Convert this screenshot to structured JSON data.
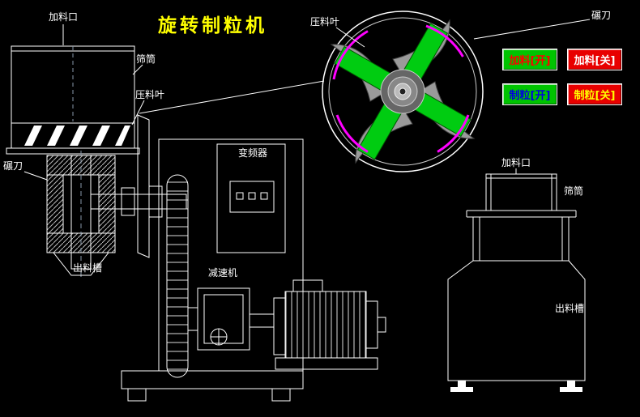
{
  "title": "旋转制粒机",
  "colors": {
    "background": "#000000",
    "line": "#ffffff",
    "title": "#ffff00",
    "blade_green": "#00cc11",
    "accent_magenta": "#ff00ff",
    "button_green": "#00c400",
    "button_red": "#e80000"
  },
  "left_machine": {
    "labels": {
      "feed_inlet": "加料口",
      "sieve_drum": "筛筒",
      "press_blade": "压料叶",
      "mill_knife": "碾刀",
      "discharge_chute": "出料槽",
      "inverter": "变频器",
      "reducer": "减速机"
    }
  },
  "detail_view": {
    "labels": {
      "press_blade": "压料叶",
      "mill_knife": "碾刀"
    }
  },
  "right_machine": {
    "labels": {
      "feed_inlet": "加料口",
      "sieve_drum": "筛筒",
      "discharge_chute": "出料槽"
    }
  },
  "controls": {
    "buttons": [
      {
        "id": "feed-on",
        "label": "加料[开]",
        "bg": "#00c400",
        "fg": "#ff0000"
      },
      {
        "id": "feed-off",
        "label": "加料[关]",
        "bg": "#e80000",
        "fg": "#ffffff"
      },
      {
        "id": "granulate-on",
        "label": "制粒[开]",
        "bg": "#00c400",
        "fg": "#0000e0"
      },
      {
        "id": "granulate-off",
        "label": "制粒[关]",
        "bg": "#e80000",
        "fg": "#ffff00"
      }
    ]
  }
}
